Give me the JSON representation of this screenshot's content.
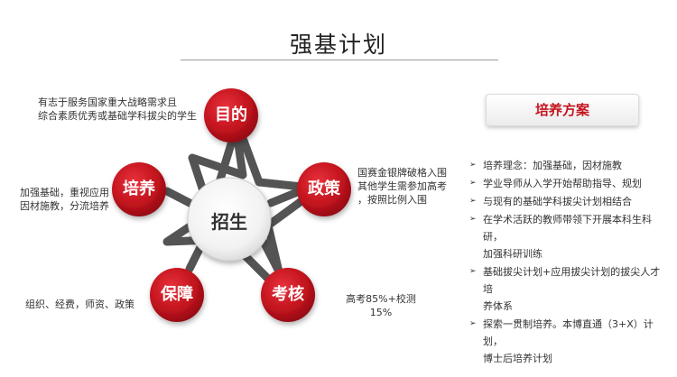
{
  "title": "强基计划",
  "center": "招生",
  "nodes": {
    "mudi": "目的",
    "zhengce": "政策",
    "kaohe": "考核",
    "baozhang": "保障",
    "peiyang": "培养"
  },
  "notes": {
    "mudi": [
      "有志于服务国家重大战略需求且",
      "综合素质优秀或基础学科拔尖的学生"
    ],
    "zhengce": [
      "国赛金银牌破格入围",
      "其他学生需参加高考",
      "，按照比例入围"
    ],
    "kaohe": [
      "高考85%+校测",
      "15%"
    ],
    "baozhang": [
      "组织、经费，师资、政策"
    ],
    "peiyang": [
      "加强基础，重视应用",
      "因材施教，分流培养"
    ]
  },
  "plan": {
    "heading": "培养方案",
    "items": [
      [
        "培养理念：加强基础，因材施教"
      ],
      [
        "学业导师从入学开始帮助指导、规划"
      ],
      [
        "与现有的基础学科拔尖计划相结合"
      ],
      [
        "在学术活跃的教师带领下开展本科生科研，",
        "加强科研训练"
      ],
      [
        "基础拔尖计划+应用拔尖计划的拔尖人才培",
        "养体系"
      ],
      [
        "探索一贯制培养。本博直通（3+X）计划，",
        "博士后培养计划"
      ]
    ]
  },
  "colors": {
    "accent": "#c3141e",
    "star": "#545454",
    "text": "#333333"
  }
}
